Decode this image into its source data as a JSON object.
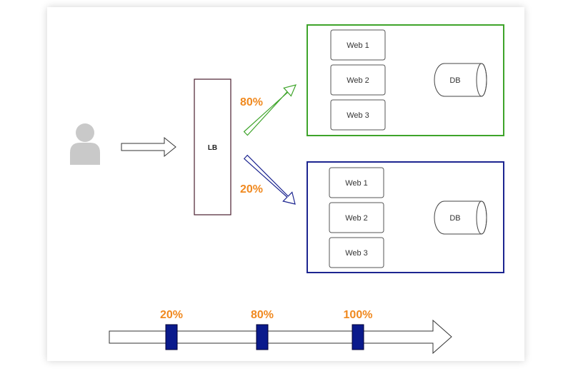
{
  "colors": {
    "primary_group": "#3ea42a",
    "secondary_group": "#1c2590",
    "percent": "#f0891f",
    "lb_border": "#4a1f2e",
    "marker": "#0a1a8c",
    "user_icon": "#c9c9c9"
  },
  "icons": {
    "user": "user-icon"
  },
  "load_balancer": {
    "label": "LB"
  },
  "routes": [
    {
      "percent": "80%"
    },
    {
      "percent": "20%"
    }
  ],
  "clusters": [
    {
      "web_servers": [
        "Web 1",
        "Web 2",
        "Web 3"
      ],
      "database": "DB"
    },
    {
      "web_servers": [
        "Web 1",
        "Web 2",
        "Web 3"
      ],
      "database": "DB"
    }
  ],
  "timeline": {
    "markers": [
      {
        "label": "20%"
      },
      {
        "label": "80%"
      },
      {
        "label": "100%"
      }
    ]
  }
}
